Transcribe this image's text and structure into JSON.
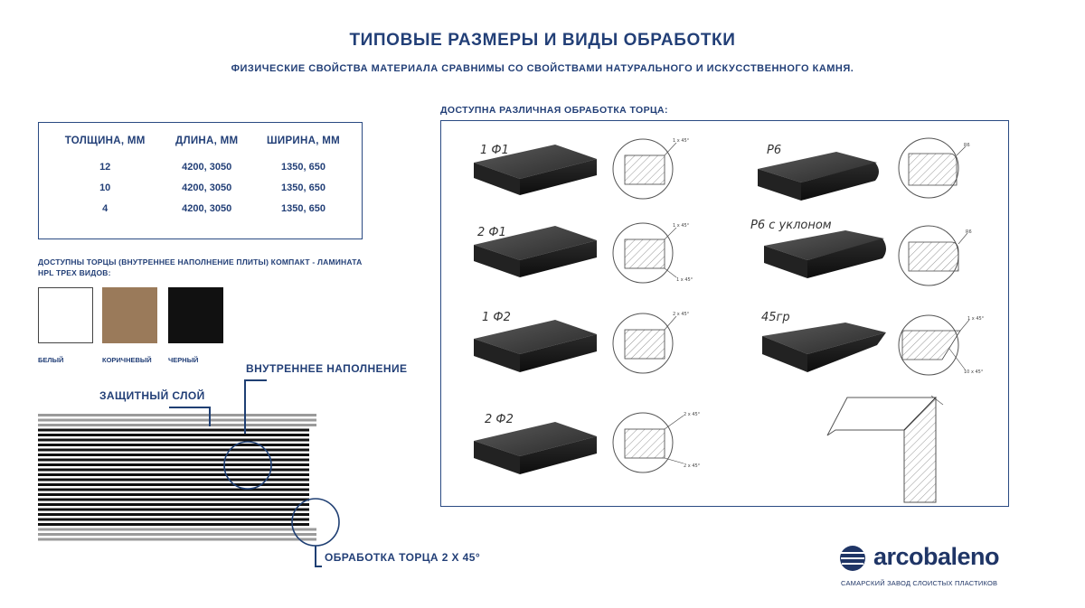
{
  "header": {
    "title": "ТИПОВЫЕ РАЗМЕРЫ И ВИДЫ ОБРАБОТКИ",
    "subtitle": "ФИЗИЧЕСКИЕ СВОЙСТВА МАТЕРИАЛА СРАВНИМЫ СО СВОЙСТВАМИ НАТУРАЛЬНОГО И ИСКУССТВЕННОГО КАМНЯ."
  },
  "sizes_table": {
    "columns": [
      "ТОЛЩИНА, ММ",
      "ДЛИНА, ММ",
      "ШИРИНА, ММ"
    ],
    "rows": [
      [
        "12",
        "4200, 3050",
        "1350, 650"
      ],
      [
        "10",
        "4200, 3050",
        "1350, 650"
      ],
      [
        "4",
        "4200, 3050",
        "1350, 650"
      ]
    ]
  },
  "edges": {
    "caption": "ДОСТУПНЫ ТОРЦЫ (ВНУТРЕННЕЕ НАПОЛНЕНИЕ ПЛИТЫ) КОМПАКТ - ЛАМИНАТА HPL ТРЕХ ВИДОВ:",
    "swatches": [
      {
        "label": "БЕЛЫЙ",
        "color": "#ffffff"
      },
      {
        "label": "КОРИЧНЕВЫЙ",
        "color": "#9a7a5a"
      },
      {
        "label": "ЧЕРНЫЙ",
        "color": "#111111"
      }
    ]
  },
  "layers": {
    "protective": "ЗАЩИТНЫЙ СЛОЙ",
    "inner": "ВНУТРЕННЕЕ НАПОЛНЕНИЕ",
    "edge_treatment": "ОБРАБОТКА ТОРЦА 2 Х 45°"
  },
  "edge_panel": {
    "title": "ДОСТУПНА РАЗЛИЧНАЯ ОБРАБОТКА ТОРЦА:",
    "profiles": [
      {
        "label": "1 Ф1",
        "note_a": "1 x 45°"
      },
      {
        "label": "2 Ф1",
        "note_a": "1 x 45°",
        "note_b": "1 x 45°"
      },
      {
        "label": "1 Ф2",
        "note_a": "2 x 45°"
      },
      {
        "label": "2 Ф2",
        "note_a": "2 x 45°",
        "note_b": "2 x 45°"
      },
      {
        "label": "Р6",
        "note_a": "R6"
      },
      {
        "label": "Р6 с уклоном",
        "note_a": "R6"
      },
      {
        "label": "45гр",
        "note_a": "1 x 45°",
        "note_b": "10 x 45°"
      }
    ]
  },
  "brand": {
    "name": "arcobaleno",
    "tagline": "САМАРСКИЙ ЗАВОД СЛОИСТЫХ ПЛАСТИКОВ",
    "color": "#1f3566"
  }
}
